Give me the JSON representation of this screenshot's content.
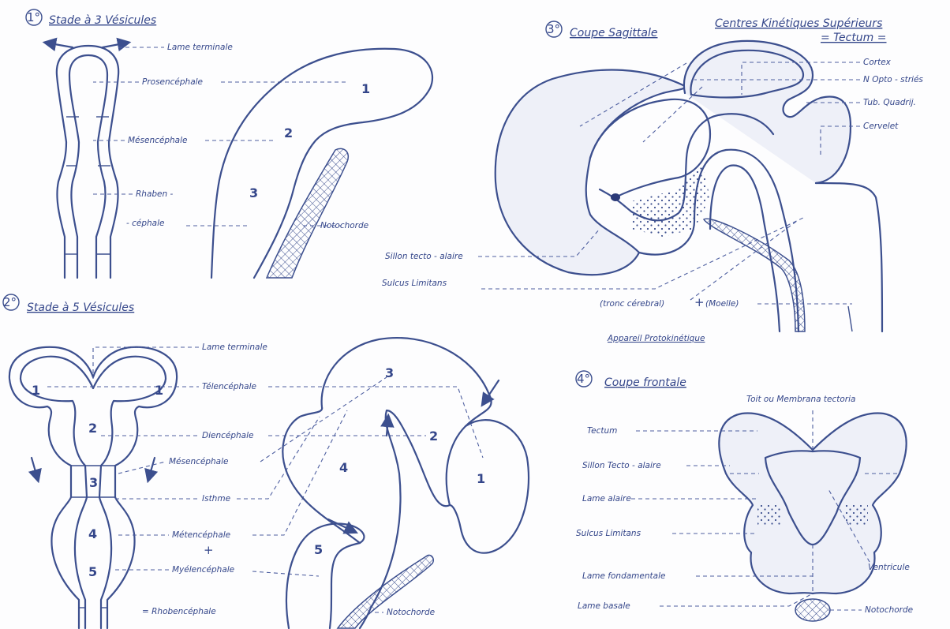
{
  "sections": {
    "s1": {
      "num": "1°",
      "title": "Stade à 3 Vésicules",
      "labels": {
        "lame_terminale": "Lame terminale",
        "prosencephale": "Prosencéphale",
        "mesencephale": "Mésencéphale",
        "rhaben": "Rhaben -",
        "cephale": "- céphale",
        "notochorde": "Notochorde"
      },
      "numbers": {
        "n1": "1",
        "n2": "2",
        "n3": "3"
      }
    },
    "s2": {
      "num": "2°",
      "title": "Stade à 5 Vésicules",
      "labels": {
        "lame_terminale": "Lame terminale",
        "telencephale": "Télencéphale",
        "diencephale": "Diencéphale",
        "mesencephale": "Mésencéphale",
        "isthme": "Isthme",
        "metencephale": "Métencéphale",
        "plus": "+",
        "myelencephale": "Myélencéphale",
        "rhombencephale": "= Rhobencéphale",
        "notochorde": "Notochorde"
      },
      "numbers": {
        "n1a": "1",
        "n1b": "1",
        "n2": "2",
        "n3": "3",
        "n4": "4",
        "n5": "5",
        "r1": "1",
        "r2": "2",
        "r3": "3",
        "r4": "4",
        "r5": "5"
      }
    },
    "s3": {
      "num": "3°",
      "title": "Coupe Sagittale",
      "header": "Centres Kinétiques Supérieurs",
      "tectum": "= Tectum =",
      "labels": {
        "cortex": "Cortex",
        "opto_stries": "N Opto - striés",
        "tub_quadrij": "Tub. Quadrij.",
        "cervelet": "Cervelet",
        "sillon_tecto": "Sillon tecto - alaire",
        "sulcus": "Sulcus Limitans",
        "tronc": "(tronc cérebral)",
        "plus": "+",
        "moelle": "(Moelle)",
        "appareil": "Appareil Protokinétique"
      }
    },
    "s4": {
      "num": "4°",
      "title": "Coupe frontale",
      "labels": {
        "toit": "Toit ou Membrana tectoria",
        "tectum": "Tectum",
        "sillon": "Sillon Tecto - alaire",
        "lame_alaire": "Lame alaire",
        "sulcus": "Sulcus Limitans",
        "ventricule": "Ventricule",
        "lame_fond": "Lame fondamentale",
        "lame_basale": "Lame basale",
        "notochorde": "Notochorde"
      }
    }
  },
  "colors": {
    "ink": "#3c4f8e",
    "paper": "#fdfdfe"
  }
}
